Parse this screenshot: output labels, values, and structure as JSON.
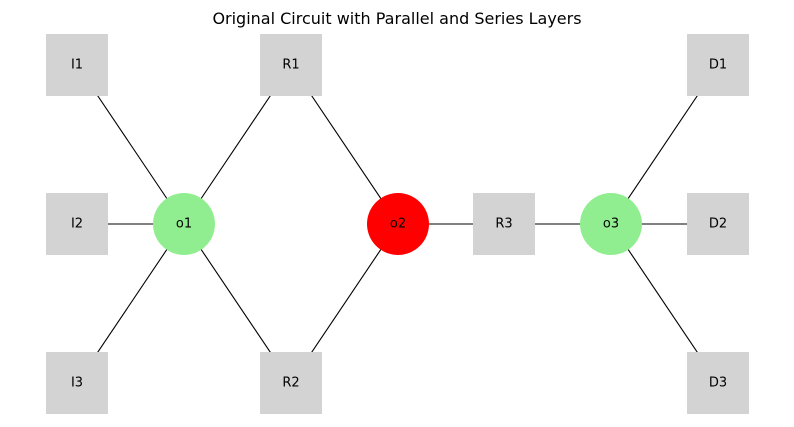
{
  "title": "Original Circuit with Parallel and Series Layers",
  "colors": {
    "square_node": "#d3d3d3",
    "green_node": "#90ee90",
    "red_node": "#ff0000",
    "edge": "#000000"
  },
  "nodes": [
    {
      "id": "I1",
      "label": "I1",
      "shape": "square",
      "color": "#d3d3d3"
    },
    {
      "id": "I2",
      "label": "I2",
      "shape": "square",
      "color": "#d3d3d3"
    },
    {
      "id": "I3",
      "label": "I3",
      "shape": "square",
      "color": "#d3d3d3"
    },
    {
      "id": "o1",
      "label": "o1",
      "shape": "circle",
      "color": "#90ee90"
    },
    {
      "id": "R1",
      "label": "R1",
      "shape": "square",
      "color": "#d3d3d3"
    },
    {
      "id": "R2",
      "label": "R2",
      "shape": "square",
      "color": "#d3d3d3"
    },
    {
      "id": "o2",
      "label": "o2",
      "shape": "circle",
      "color": "#ff0000"
    },
    {
      "id": "R3",
      "label": "R3",
      "shape": "square",
      "color": "#d3d3d3"
    },
    {
      "id": "o3",
      "label": "o3",
      "shape": "circle",
      "color": "#90ee90"
    },
    {
      "id": "D1",
      "label": "D1",
      "shape": "square",
      "color": "#d3d3d3"
    },
    {
      "id": "D2",
      "label": "D2",
      "shape": "square",
      "color": "#d3d3d3"
    },
    {
      "id": "D3",
      "label": "D3",
      "shape": "square",
      "color": "#d3d3d3"
    }
  ],
  "edges": [
    [
      "I1",
      "o1"
    ],
    [
      "I2",
      "o1"
    ],
    [
      "I3",
      "o1"
    ],
    [
      "o1",
      "R1"
    ],
    [
      "o1",
      "R2"
    ],
    [
      "R1",
      "o2"
    ],
    [
      "R2",
      "o2"
    ],
    [
      "o2",
      "R3"
    ],
    [
      "R3",
      "o3"
    ],
    [
      "o3",
      "D1"
    ],
    [
      "o3",
      "D2"
    ],
    [
      "o3",
      "D3"
    ]
  ]
}
